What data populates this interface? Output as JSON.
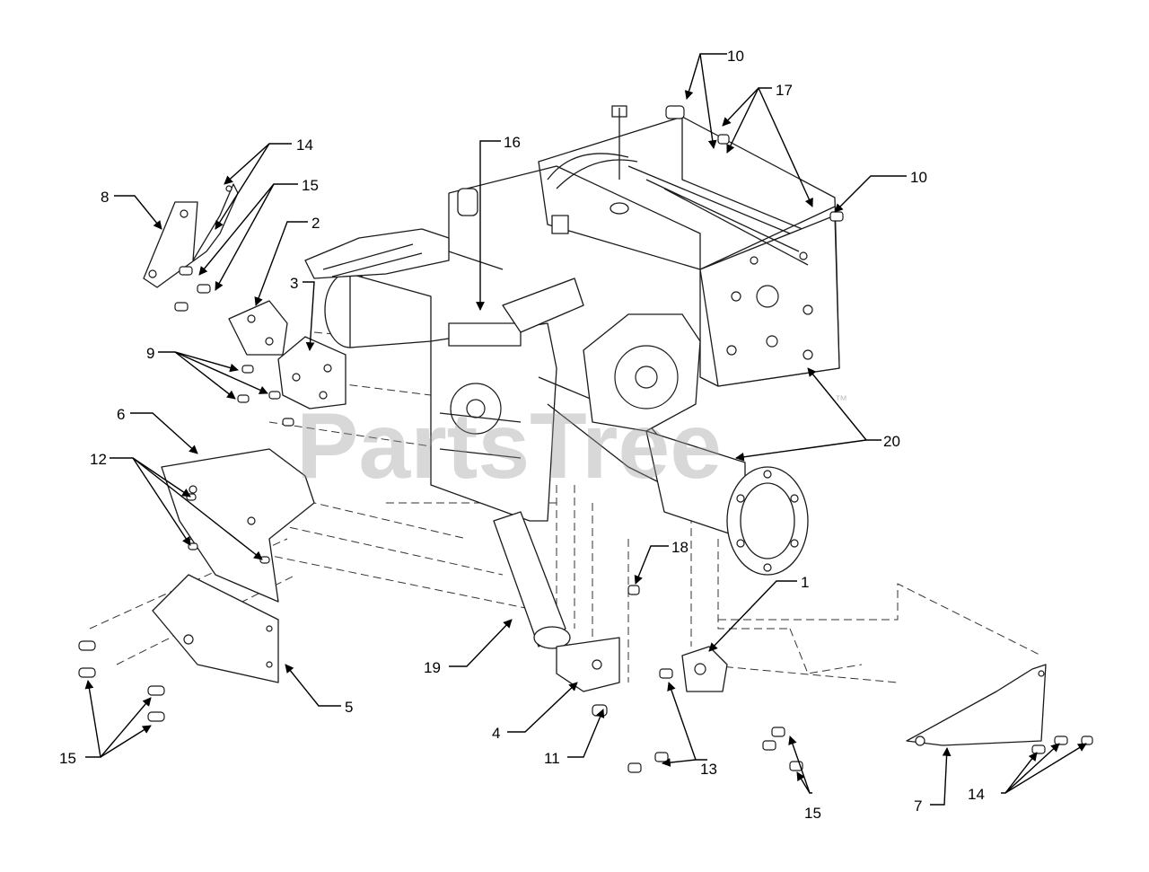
{
  "watermark": {
    "text": "PartsTree",
    "trademark": "™"
  },
  "callouts": [
    {
      "id": "c1",
      "label": "1"
    },
    {
      "id": "c2",
      "label": "2"
    },
    {
      "id": "c3",
      "label": "3"
    },
    {
      "id": "c4",
      "label": "4"
    },
    {
      "id": "c5",
      "label": "5"
    },
    {
      "id": "c6",
      "label": "6"
    },
    {
      "id": "c7",
      "label": "7"
    },
    {
      "id": "c8",
      "label": "8"
    },
    {
      "id": "c9",
      "label": "9"
    },
    {
      "id": "c10a",
      "label": "10"
    },
    {
      "id": "c10b",
      "label": "10"
    },
    {
      "id": "c11",
      "label": "11"
    },
    {
      "id": "c12",
      "label": "12"
    },
    {
      "id": "c13",
      "label": "13"
    },
    {
      "id": "c14a",
      "label": "14"
    },
    {
      "id": "c14b",
      "label": "14"
    },
    {
      "id": "c15a",
      "label": "15"
    },
    {
      "id": "c15b",
      "label": "15"
    },
    {
      "id": "c15c",
      "label": "15"
    },
    {
      "id": "c16",
      "label": "16"
    },
    {
      "id": "c17",
      "label": "17"
    },
    {
      "id": "c18",
      "label": "18"
    },
    {
      "id": "c19",
      "label": "19"
    },
    {
      "id": "c20",
      "label": "20"
    }
  ]
}
